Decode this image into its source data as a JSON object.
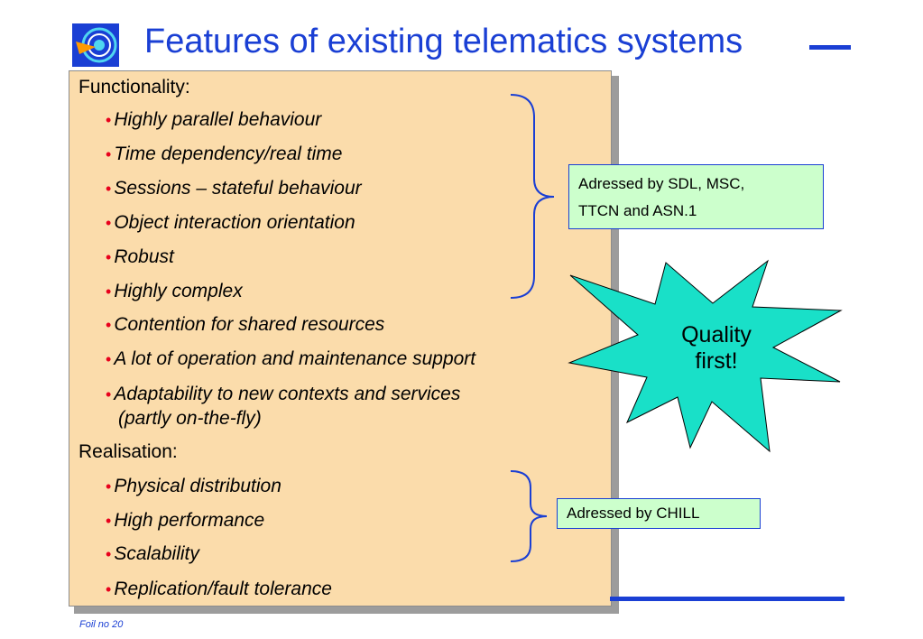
{
  "title": "Features of existing telematics systems",
  "footer": "Foil no 20",
  "functionality": {
    "heading": "Functionality:",
    "items": [
      "Highly parallel behaviour",
      "Time dependency/real time",
      "Sessions – stateful behaviour",
      "Object interaction orientation",
      "Robust",
      "Highly complex",
      "Contention for shared resources",
      "A lot of operation and maintenance support",
      "Adaptability to new contexts and services",
      "(partly on-the-fly)"
    ]
  },
  "realisation": {
    "heading": "Realisation:",
    "items": [
      "Physical distribution",
      "High performance",
      "Scalability",
      "Replication/fault tolerance"
    ]
  },
  "callouts": {
    "sdl_line1": "Adressed by SDL, MSC,",
    "sdl_line2": "TTCN and ASN.1",
    "chill": "Adressed by CHILL"
  },
  "star": {
    "line1": "Quality",
    "line2": "first!"
  },
  "colors": {
    "accent": "#1a3fd4",
    "panel": "#fbdcab",
    "callout": "#ccffcc",
    "star": "#19e0c8",
    "bullet": "#e8001c"
  }
}
